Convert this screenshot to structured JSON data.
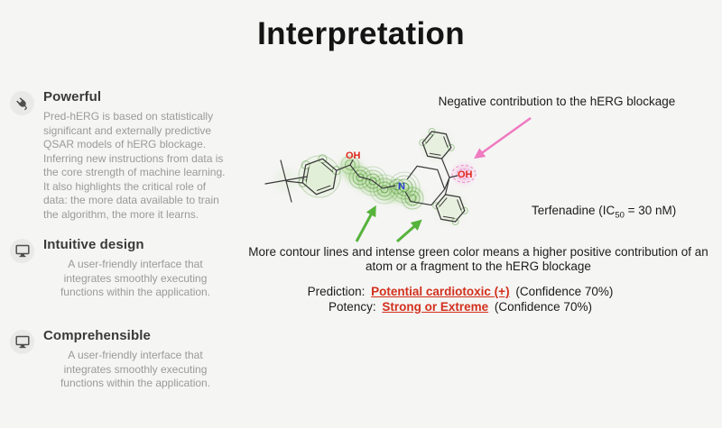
{
  "page": {
    "title": "Interpretation",
    "background": "#f5f5f4"
  },
  "sidebar": {
    "items": [
      {
        "icon": "plug-icon",
        "title": "Powerful",
        "description": "Pred-hERG is based on statistically significant and externally predictive QSAR models of hERG blockage. Inferring new instructions from data is the core strength of machine learning. It also highlights the critical role of data: the more data available to train the algorithm, the more it learns."
      },
      {
        "icon": "monitor-icon",
        "title": "Intuitive design",
        "description": "A user-friendly interface that integrates smoothly executing functions within the application."
      },
      {
        "icon": "monitor-icon",
        "title": "Comprehensible",
        "description": "A user-friendly interface that integrates smoothly executing functions within the application."
      }
    ]
  },
  "main": {
    "negative_annotation": "Negative contribution to the hERG blockage",
    "molecule": {
      "name": "terfenadine 2D structure with hERG contribution contour map",
      "left_oh": "OH",
      "nitrogen": "N",
      "right_oh": "OH"
    },
    "compound_label": {
      "prefix": "Terfenadine (IC",
      "subscript": "50",
      "suffix": " = 30 nM)"
    },
    "positive_annotation": {
      "line1": "More contour lines and intense green color means a higher positive contribution of an",
      "line2": "atom or a fragment to the hERG blockage"
    },
    "prediction": {
      "label": "Prediction:",
      "value": "Potential cardiotoxic (+)",
      "confidence": "(Confidence 70%)"
    },
    "potency": {
      "label": "Potency:",
      "value": "Strong or Extreme",
      "confidence": "(Confidence 70%)"
    },
    "colors": {
      "negative_arrow_pink": "#ef7bc0",
      "positive_arrow_green": "#56b33b",
      "toxic_red": "#d2301c",
      "oh_label_red": "#e0281e",
      "nitrogen_blue": "#2b3fd0",
      "contour_green": "#4e9634"
    }
  }
}
